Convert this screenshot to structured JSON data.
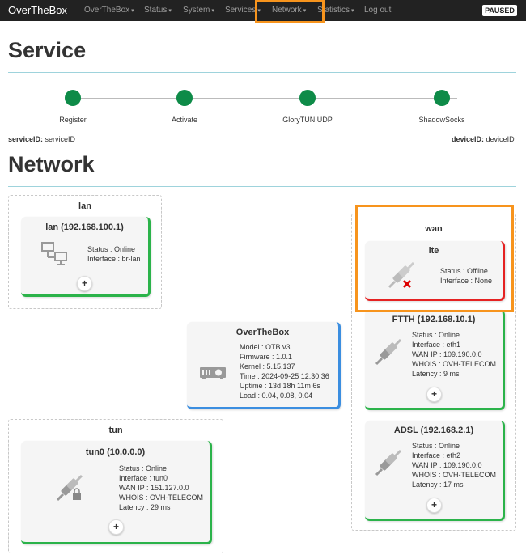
{
  "navbar": {
    "brand": "OverTheBox",
    "items": [
      {
        "label": "OverTheBox",
        "caret": "▾"
      },
      {
        "label": "Status",
        "caret": "▾"
      },
      {
        "label": "System",
        "caret": "▾"
      },
      {
        "label": "Services",
        "caret": "▾"
      },
      {
        "label": "Network",
        "caret": "▾"
      },
      {
        "label": "Statistics",
        "caret": "▾"
      },
      {
        "label": "Log out",
        "caret": ""
      }
    ],
    "badge": "PAUSED"
  },
  "service": {
    "title": "Service",
    "steps": [
      "Register",
      "Activate",
      "GloryTUN UDP",
      "ShadowSocks"
    ],
    "service_id_label": "serviceID:",
    "service_id_value": "serviceID",
    "device_id_label": "deviceID:",
    "device_id_value": "deviceID"
  },
  "network": {
    "title": "Network",
    "lan_group": {
      "title": "lan",
      "card": {
        "title": "lan (192.168.100.1)",
        "lines": [
          "Status : Online",
          "Interface : br-lan"
        ],
        "icon": "network-computers-icon"
      }
    },
    "box": {
      "title": "OverTheBox",
      "lines": [
        "Model : OTB v3",
        "Firmware : 1.0.1",
        "Kernel : 5.15.137",
        "Time : 2024-09-25 12:30:36",
        "Uptime : 13d 18h 11m 6s",
        "Load : 0.04, 0.08, 0.04"
      ],
      "icon": "projector-icon"
    },
    "tun_group": {
      "title": "tun",
      "card": {
        "title": "tun0 (10.0.0.0)",
        "lines": [
          "Status : Online",
          "Interface : tun0",
          "WAN IP : 151.127.0.0",
          "WHOIS : OVH-TELECOM",
          "Latency : 29 ms"
        ],
        "icon": "plug-lock-icon"
      }
    },
    "wan_group": {
      "title": "wan",
      "cards": [
        {
          "title": "lte",
          "lines": [
            "Status : Offline",
            "Interface : None"
          ],
          "icon": "plug-offline-icon"
        },
        {
          "title": "FTTH (192.168.10.1)",
          "lines": [
            "Status : Online",
            "Interface : eth1",
            "WAN IP : 109.190.0.0",
            "WHOIS : OVH-TELECOM",
            "Latency : 9 ms"
          ],
          "icon": "plug-icon"
        },
        {
          "title": "ADSL (192.168.2.1)",
          "lines": [
            "Status : Online",
            "Interface : eth2",
            "WAN IP : 109.190.0.0",
            "WHOIS : OVH-TELECOM",
            "Latency : 17 ms"
          ],
          "icon": "plug-icon"
        }
      ]
    },
    "add_label": "+"
  },
  "colors": {
    "accent_orange": "#f7941d",
    "online_green": "#2bb34a",
    "offline_red": "#e52222",
    "box_blue": "#3b8ee0",
    "step_green": "#0e8b48"
  }
}
